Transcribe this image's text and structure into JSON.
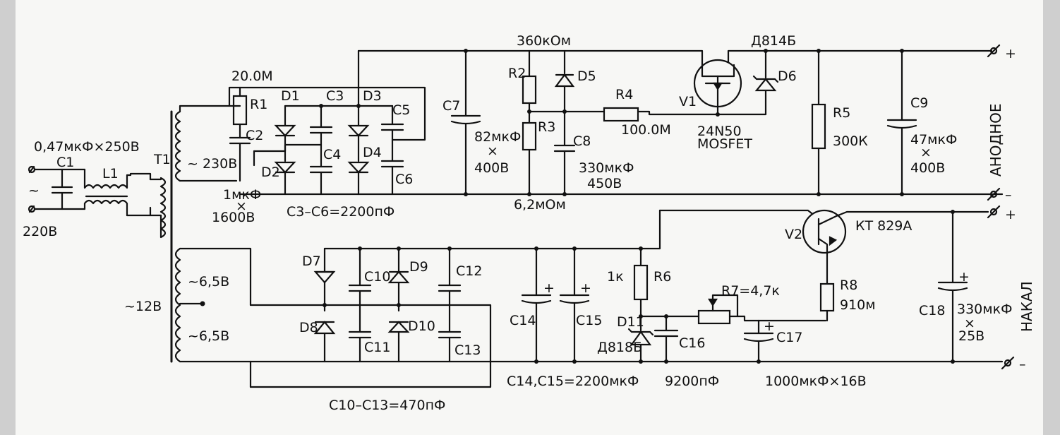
{
  "labels": {
    "c1_value": "0,47мкФ×250В",
    "c1": "C1",
    "l1": "L1",
    "t1": "T1",
    "mains_symbol": "~",
    "mains_voltage": "220В",
    "r1_value": "20.0М",
    "r1": "R1",
    "c2": "C2",
    "sec_hv": "~ 230В",
    "c2_value": "1мкФ",
    "c2_x": "×",
    "c2_voltage": "1600В",
    "d1": "D1",
    "d2": "D2",
    "c3": "C3",
    "c4": "C4",
    "d3": "D3",
    "d4": "D4",
    "c5": "C5",
    "c6": "C6",
    "c3_c6": "C3–C6=2200пФ",
    "c7": "C7",
    "c7_value": "82мкФ",
    "c7_x": "×",
    "c7_voltage": "400В",
    "r2_value": "360кОм",
    "r2": "R2",
    "r3": "R3",
    "r3_value": "6,2мОм",
    "d5": "D5",
    "c8": "C8",
    "c8_value": "330мкФ",
    "c8_voltage": "450В",
    "r4": "R4",
    "r4_value": "100.0М",
    "v1": "V1",
    "v1_type": "24N50",
    "v1_kind": "MOSFET",
    "d6_type": "Д814Б",
    "d6": "D6",
    "r5": "R5",
    "r5_value": "300К",
    "c9": "C9",
    "c9_value": "47мкФ",
    "c9_x": "×",
    "c9_voltage": "400В",
    "out_anode": "АНОДНОЕ",
    "plus1": "+",
    "minus1": "–",
    "sec_12": "~12В",
    "sec_65a": "~6,5В",
    "sec_65b": "~6,5В",
    "d7": "D7",
    "d8": "D8",
    "c10": "C10",
    "c11": "C11",
    "d9": "D9",
    "d10": "D10",
    "c12": "C12",
    "c13": "C13",
    "c10_c13": "C10–C13=470пФ",
    "c14": "C14",
    "c15": "C15",
    "c14_c15": "C14,C15=2200мкФ",
    "r6_value": "1к",
    "r6": "R6",
    "d11": "D11",
    "d11_type": "Д818Б",
    "c16": "C16",
    "c16_value": "9200пФ",
    "r7": "R7=4,7к",
    "c17": "C17",
    "c17_value": "1000мкФ×16В",
    "v2": "V2",
    "v2_type": "КТ 829А",
    "r8": "R8",
    "r8_value": "910м",
    "c18": "C18",
    "c18_value": "330мкФ",
    "c18_x": "×",
    "c18_voltage": "25В",
    "out_heater": "НАКАЛ",
    "plus2": "+",
    "minus2": "–"
  }
}
